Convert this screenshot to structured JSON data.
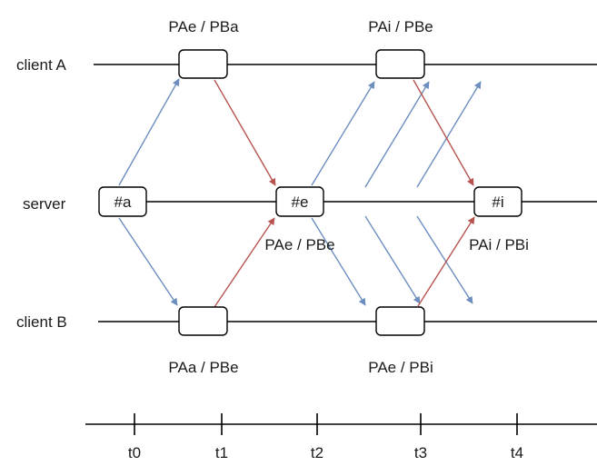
{
  "lanes": {
    "client_a": "client A",
    "server": "server",
    "client_b": "client B"
  },
  "server_nodes": [
    "#a",
    "#e",
    "#i"
  ],
  "labels": {
    "a_box1": "PAe / PBa",
    "a_box2": "PAi / PBe",
    "server_e": "PAe / PBe",
    "server_i": "PAi / PBi",
    "b_box1": "PAa / PBe",
    "b_box2": "PAe / PBi"
  },
  "timeline": {
    "ticks": [
      "t0",
      "t1",
      "t2",
      "t3",
      "t4"
    ]
  },
  "colors": {
    "client_to_server_arrow": "#b85450",
    "server_to_client_arrow": "#6c8ebf"
  }
}
